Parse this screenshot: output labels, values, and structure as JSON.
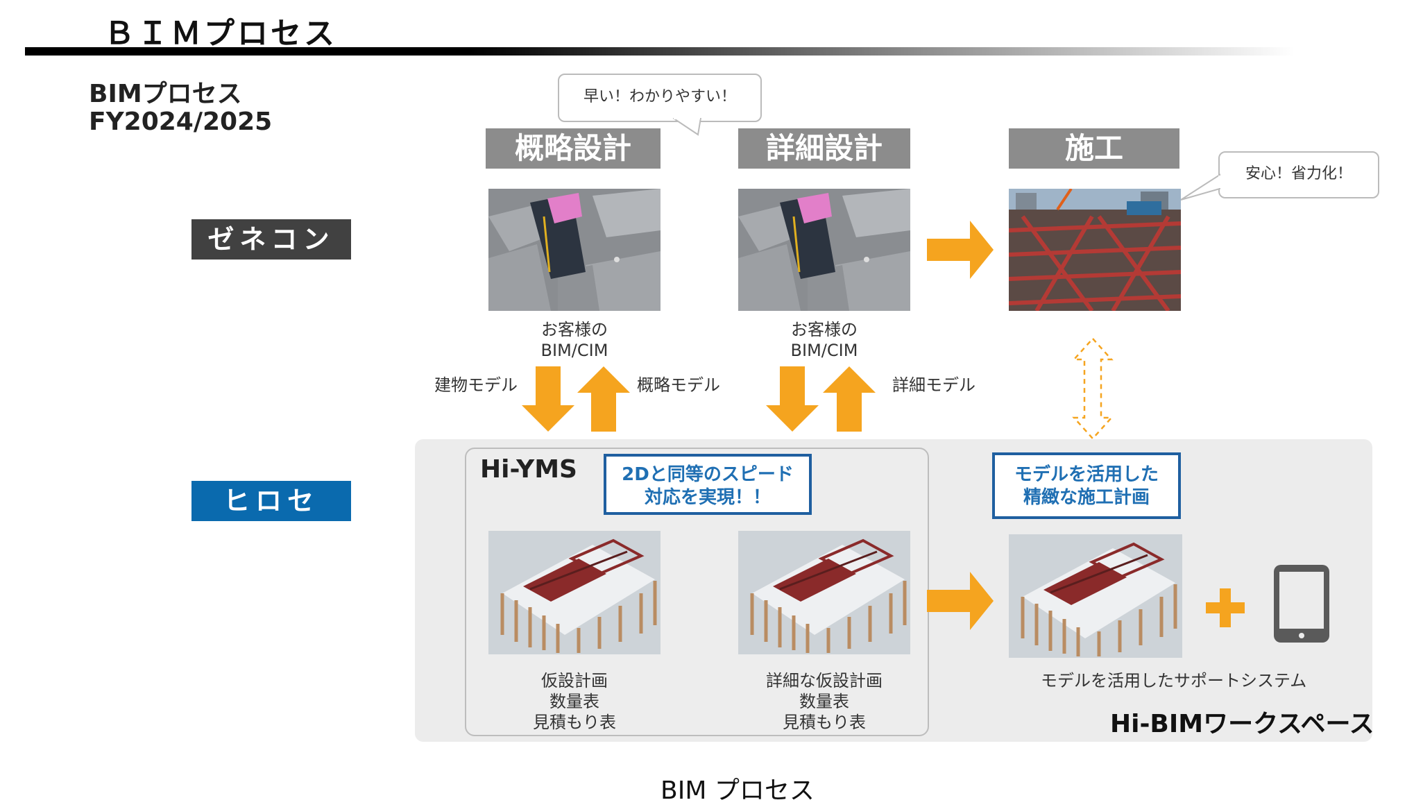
{
  "header": {
    "title": "ＢＩＭプロセス"
  },
  "subtitle": {
    "line1": "BIMプロセス",
    "line2": "FY2024/2025"
  },
  "phases": [
    {
      "label": "概略設計"
    },
    {
      "label": "詳細設計"
    },
    {
      "label": "施工"
    }
  ],
  "bubbles": {
    "fast": "早い！わかりやすい！",
    "safe": "安心！省力化！"
  },
  "roles": {
    "general": {
      "label": "ゼネコン",
      "color": "#414141"
    },
    "hirose": {
      "label": "ヒロセ",
      "color": "#0a6aae"
    }
  },
  "client_model_1": {
    "line1": "お客様の",
    "line2": "BIM/CIM"
  },
  "client_model_2": {
    "line1": "お客様の",
    "line2": "BIM/CIM"
  },
  "model_labels": {
    "building": "建物モデル",
    "rough": "概略モデル",
    "detail": "詳細モデル"
  },
  "hi_yms": {
    "label": "Hi-YMS"
  },
  "callouts": {
    "speed": {
      "line1": "2Dと同等のスピード",
      "line2": "対応を実現！！"
    },
    "plan": {
      "line1": "モデルを活用した",
      "line2": "精緻な施工計画"
    }
  },
  "outputs": {
    "temp": {
      "line1": "仮設計画",
      "line2": "数量表",
      "line3": "見積もり表"
    },
    "detail": {
      "line1": "詳細な仮設計画",
      "line2": "数量表",
      "line3": "見積もり表"
    },
    "support": "モデルを活用したサポートシステム"
  },
  "workspace": {
    "label": "Hi-BIMワークスペース"
  },
  "caption": "BIM プロセス",
  "colors": {
    "accent_orange": "#f5a41f",
    "callout_blue": "#1f5fa0",
    "phase_gray": "#8c8c8c"
  }
}
